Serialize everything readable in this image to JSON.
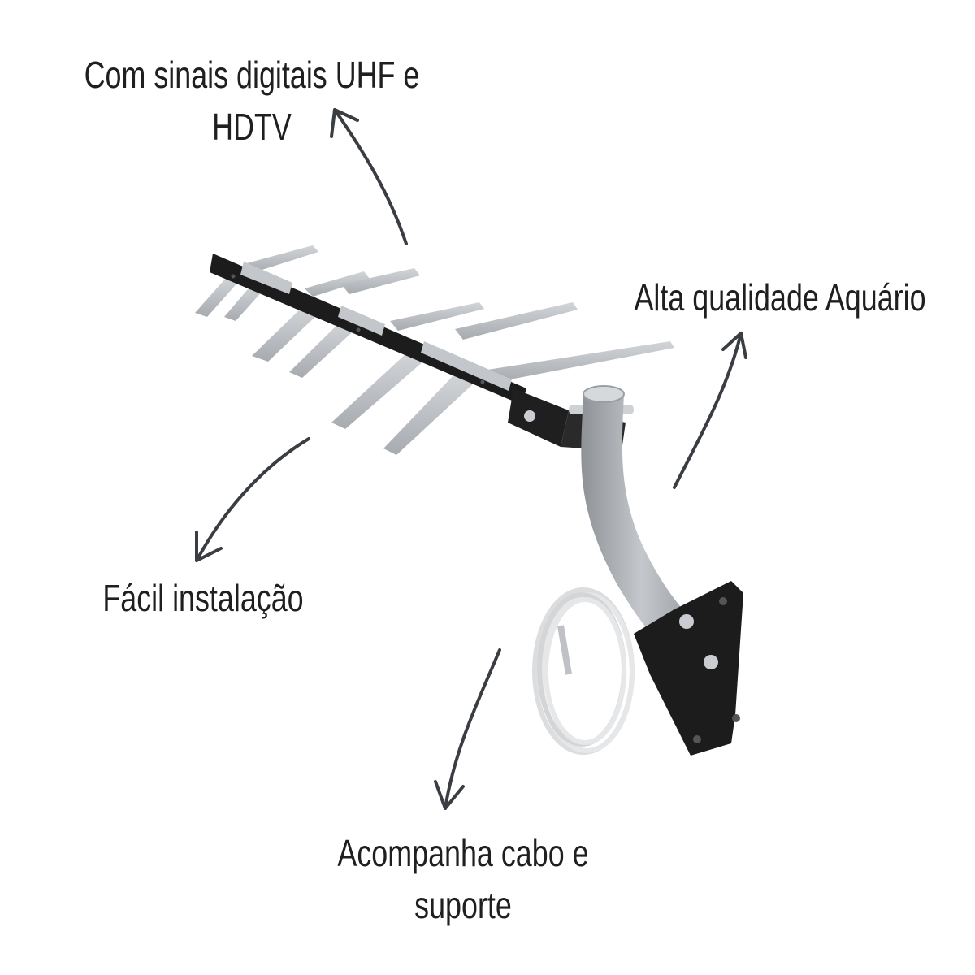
{
  "captions": {
    "uhf": {
      "line1": "Com sinais digitais UHF e",
      "line2": "HDTV"
    },
    "alta": "Alta qualidade Aquário",
    "facil": "Fácil instalação",
    "acompanha": {
      "line1": "Acompanha cabo e",
      "line2": "suporte"
    }
  },
  "colors": {
    "text": "#1f1f1f",
    "arrow": "#3a3d42",
    "element": "#b9bdc1",
    "boom": "#1c1c1c",
    "mast": "#a8acb1",
    "cable": "#e8e8e8"
  },
  "icons": {
    "arrows": "curved-arrow-icon",
    "antenna": "yagi-antenna-image"
  }
}
